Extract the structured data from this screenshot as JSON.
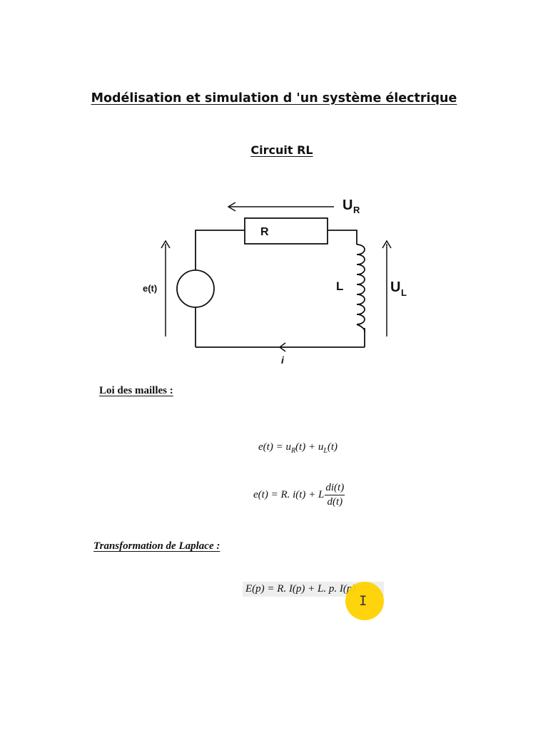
{
  "document": {
    "title": "Modélisation et simulation d 'un système électrique",
    "subtitle": "Circuit RL"
  },
  "circuit": {
    "resistor_label": "R",
    "inductor_label": "L",
    "source_label": "e(t)",
    "voltage_r_main": "U",
    "voltage_r_sub": "R",
    "voltage_l_main": "U",
    "voltage_l_sub": "L",
    "current_label": "i"
  },
  "sections": {
    "mesh_law": "Loi des mailles :",
    "laplace": "Transformation de Laplace :"
  },
  "equations": {
    "eq1": {
      "lhs": "e(t) = ",
      "u1": "u",
      "u1_sub": "R",
      "mid": "(t) + ",
      "u2": "u",
      "u2_sub": "L",
      "end": "(t)"
    },
    "eq2": {
      "lhs": "e(t) = R. i(t) + L",
      "num": "di(t)",
      "den": "d(t)"
    },
    "eq3": "E(p) = R. I(p) + L. p. I(p)"
  },
  "colors": {
    "cursor_highlight": "#ffd200",
    "equation_background": "#eeeeee"
  },
  "cursor": {
    "icon": "text-ibeam-cursor-icon",
    "glyph": "I"
  }
}
